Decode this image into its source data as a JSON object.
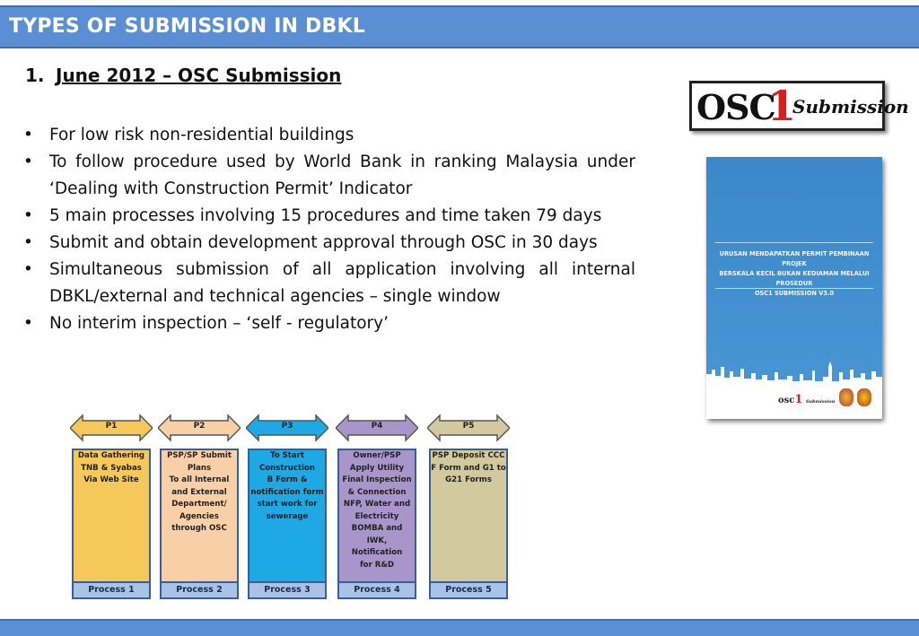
{
  "header": {
    "title": "TYPES OF SUBMISSION IN DBKL"
  },
  "section": {
    "number": "1.",
    "title": "June 2012 – OSC Submission"
  },
  "bullets": [
    "For low risk non-residential buildings",
    "To follow procedure used by World Bank in ranking Malaysia under ‘Dealing with Construction Permit’ Indicator",
    "5 main processes involving 15 procedures and time taken 79 days",
    "Submit and obtain development approval through OSC in 30 days",
    "Simultaneous submission of all application involving all internal DBKL/external and technical agencies – single window",
    "No interim inspection – ‘self - regulatory’"
  ],
  "bullet_glyph": "•",
  "logo": {
    "osc": "OSC",
    "one": "1",
    "sub": "Submission"
  },
  "cover": {
    "title": "URUSAN MENDAPATKAN PERMIT PEMBINAAN PROJEK\nBERSKALA KECIL BUKAN KEDIAMAN MELALUI PROSEDUR\nOSC1 SUBMISSION V3.0",
    "logo_osc": "osc",
    "logo_one": "1",
    "logo_sub": "Submission"
  },
  "processes": [
    {
      "step": "P1",
      "text": "Data Gathering\nTNB & Syabas\nVia Web Site",
      "footer": "Process 1",
      "color": "#f5c85a"
    },
    {
      "step": "P2",
      "text": "PSP/SP Submit\nPlans\nTo all Internal\nand External\nDepartment/\nAgencies\nthrough OSC",
      "footer": "Process 2",
      "color": "#f8cfa6"
    },
    {
      "step": "P3",
      "text": "To Start\nConstruction\nB Form &\nnotification form\nstart work for\nsewerage",
      "footer": "Process 3",
      "color": "#1ea9e4"
    },
    {
      "step": "P4",
      "text": "Owner/PSP\nApply Utility\nFinal Inspection\n& Connection\nNFP, Water and\nElectricity\nBOMBA and\nIWK,\nNotification\nfor R&D",
      "footer": "Process 4",
      "color": "#a895c9"
    },
    {
      "step": "P5",
      "text": "PSP Deposit CCC\nF Form and G1 to\nG21 Forms",
      "footer": "Process 5",
      "color": "#d2c99e"
    }
  ],
  "colors": {
    "header": "#5b8fd4",
    "header_border": "#3f6db0",
    "cover_blue": "#3b88c8",
    "logo_red": "#d62020"
  }
}
